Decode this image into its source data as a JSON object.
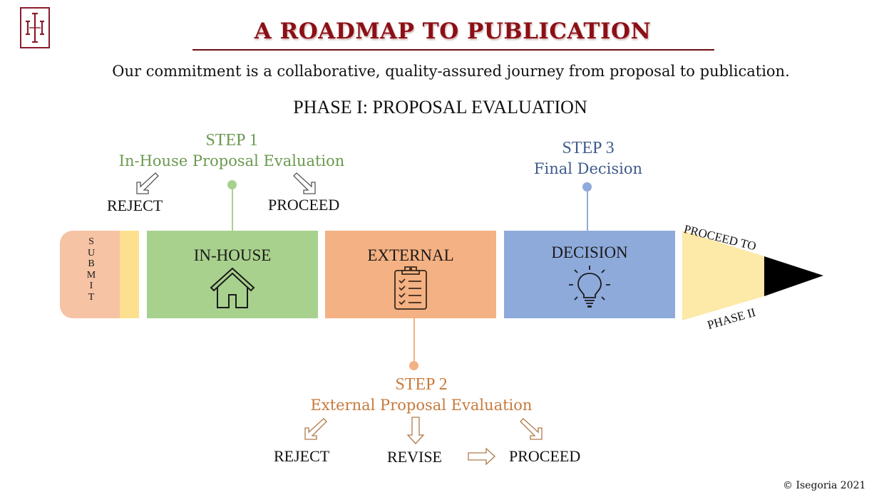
{
  "header": {
    "logo_text": "III",
    "title": "A ROADMAP TO PUBLICATION",
    "subtitle": "Our commitment is a collaborative, quality-assured journey from proposal to publication.",
    "phase": "PHASE I: PROPOSAL EVALUATION"
  },
  "colors": {
    "title": "#8b1016",
    "step1": "#6a9a4e",
    "step2": "#c77a3c",
    "step3": "#3e5a8c",
    "inhouse_box": "#a8d18d",
    "external_box": "#f4b183",
    "decision_box": "#8eaadb",
    "submit_box": "#f6c3a5",
    "eraser_band": "#fde08f",
    "pencil_wood": "#fde9a8",
    "pencil_tip": "#000000"
  },
  "steps": {
    "step1": {
      "title": "STEP 1",
      "subtitle": "In-House Proposal Evaluation",
      "outcomes": [
        "REJECT",
        "PROCEED"
      ]
    },
    "step2": {
      "title": "STEP 2",
      "subtitle": "External Proposal Evaluation",
      "outcomes": [
        "REJECT",
        "REVISE",
        "PROCEED"
      ]
    },
    "step3": {
      "title": "STEP 3",
      "subtitle": "Final Decision"
    }
  },
  "pencil": {
    "submit_letters": [
      "S",
      "U",
      "B",
      "M",
      "I",
      "T"
    ],
    "boxes": [
      {
        "label": "IN-HOUSE",
        "icon": "house-icon"
      },
      {
        "label": "EXTERNAL",
        "icon": "clipboard-checklist-icon"
      },
      {
        "label": "DECISION",
        "icon": "lightbulb-icon"
      }
    ],
    "tip_top": "PROCEED TO",
    "tip_bottom": "PHASE II"
  },
  "footer": {
    "copyright": "© Isegoria 2021"
  }
}
